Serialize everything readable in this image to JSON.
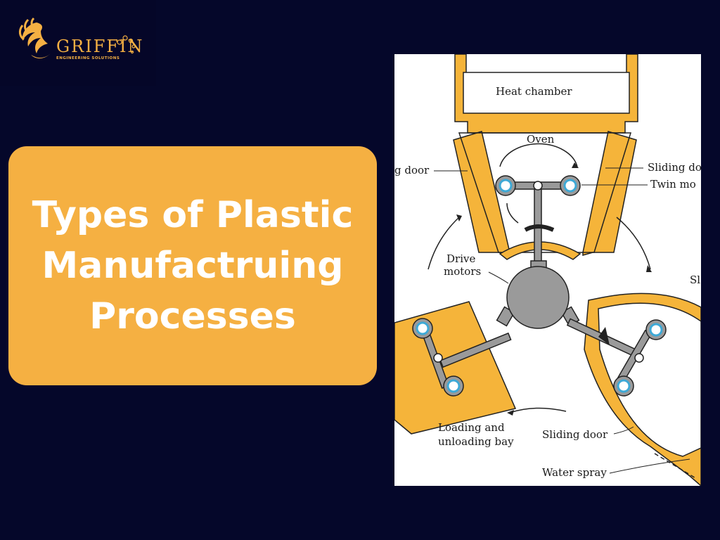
{
  "brand": {
    "name": "GRIFFIN",
    "tagline": "ENGINEERING SOLUTIONS",
    "color": "#f5b043"
  },
  "title": {
    "lines": [
      "Types of Plastic",
      "Manufactruing",
      "Processes"
    ],
    "card_color": "#f5b042",
    "text_color": "#ffffff"
  },
  "diagram": {
    "labels": {
      "heat_chamber": "Heat chamber",
      "oven": "Oven",
      "sliding_door_left": "g door",
      "sliding_door_right": "Sliding do",
      "twin_motors": "Twin mo",
      "drive_motors_1": "Drive",
      "drive_motors_2": "motors",
      "right_clip": "Sl",
      "loading_1": "Loading and",
      "loading_2": "unloading bay",
      "sliding_door_bottom": "Sliding door",
      "water_spray": "Water spray"
    },
    "colors": {
      "chamber": "#f5b43a",
      "hub": "#9a9a9a",
      "mold_ring": "#3ea9d6"
    }
  },
  "background_color": "#05072a"
}
